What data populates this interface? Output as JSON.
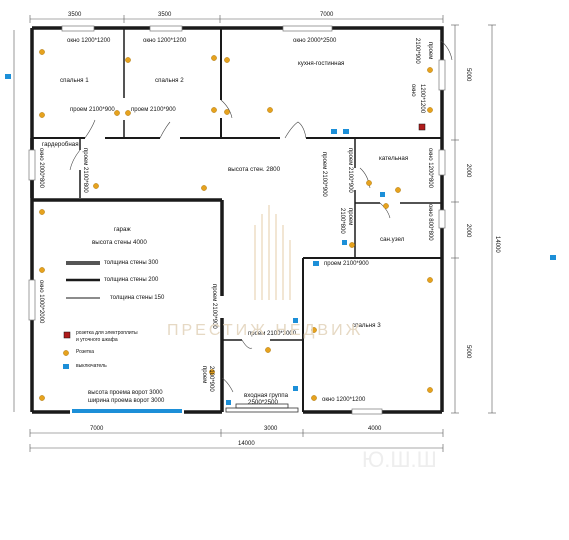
{
  "dimensions": {
    "top": [
      "3500",
      "3500",
      "7000"
    ],
    "bottom_segments": [
      "7000",
      "3000",
      "4000"
    ],
    "bottom_total": "14000",
    "right": [
      "5000",
      "2000",
      "2000",
      "5000"
    ],
    "right_total": "14000"
  },
  "rooms": {
    "bedroom1": "спальня 1",
    "bedroom2": "спальня 2",
    "kitchen": "кухня-гостинная",
    "wardrobe": "гардеробная",
    "boiler": "кательная",
    "bathroom": "сан.узел",
    "garage": "гараж",
    "garage_wall_height": "высота стены   4000",
    "bedroom3": "спальня 3",
    "entrance": "входная группа",
    "entrance_size": "2500*2500",
    "wall_height": "высота стен. 2800"
  },
  "openings": {
    "window_b1": "окно 1200*1200",
    "window_b2": "окно 1200*1200",
    "window_kitchen": "окно 2000*2500",
    "window_b3": "окно 1200*1200",
    "opening_b1": "проем 2100*900",
    "opening_b2": "проем 2100*900",
    "opening_b3": "проем 2100*900",
    "opening_entrance": "проем 2100*3000",
    "v_kitchen_right": "2100*900",
    "v_kitchen_right_label": "проем",
    "v_kitchen_window": "1200*1200",
    "v_kitchen_window_label": "окно",
    "v_wardrobe": "окно 2000*800",
    "v_wardrobe_door": "проем 2100*800",
    "v_hall_center": "проем 2100*900",
    "v_boiler": "проем 2100*900",
    "v_boiler_window": "окно 1200*800",
    "v_bath_door": "2100*800",
    "v_bath_door_label": "проем",
    "v_bath_window": "окно 800*800",
    "v_garage_left": "окно 1000*2000",
    "v_garage_door": "проем 2100*900",
    "v_entrance_door": "2100*900",
    "v_entrance_door_label": "проем",
    "gate_height": "высота проема ворот  3000",
    "gate_width": "ширина проема ворот 3000"
  },
  "legend": {
    "wall300": "толщина стены 300",
    "wall200": "толщина стены 200",
    "wall150": "толщина стены 150",
    "panel": "розетка для электроплиты",
    "panel2": "и уточного шкафа",
    "socket": "Розетка",
    "switch": "выключатель"
  },
  "watermark": "ПРЕСТИЖ НЕДВИЖ",
  "watermark2": "Ю.Ш.Ш",
  "colors": {
    "wall": "#1a1a1a",
    "socket": "#e6a21e",
    "switch": "#1c8fd8",
    "panel": "#b01c1c",
    "dimension": "#333333",
    "gate": "#1c8fd8"
  }
}
